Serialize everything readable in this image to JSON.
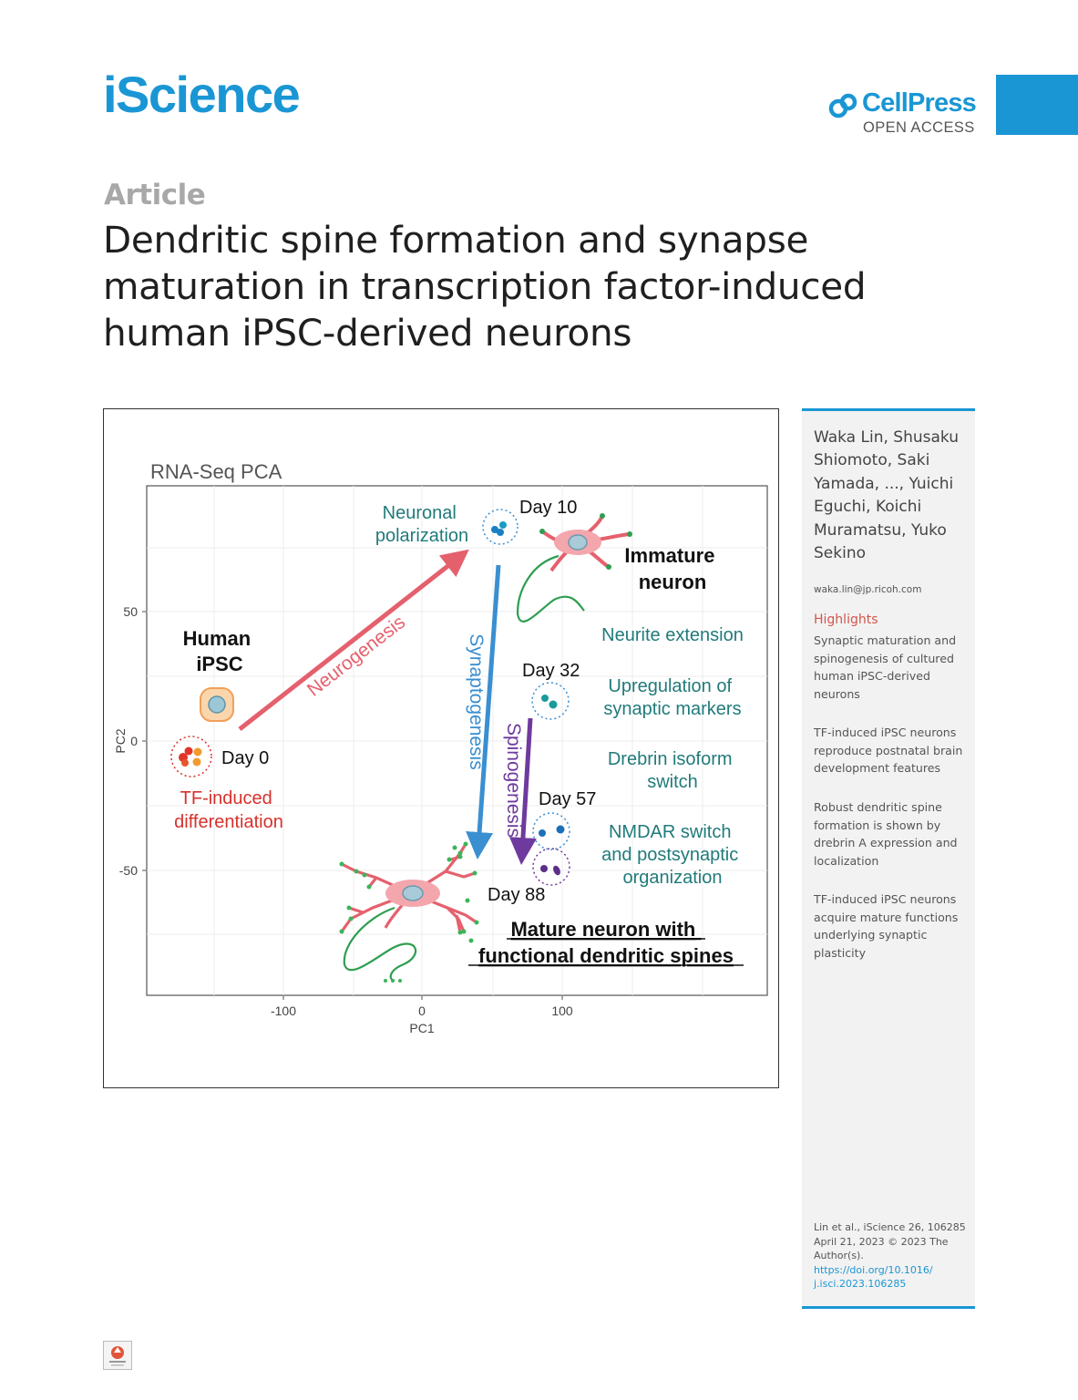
{
  "header": {
    "journal": "iScience",
    "publisher": "CellPress",
    "access": "OPEN ACCESS"
  },
  "article": {
    "type": "Article",
    "title": "Dendritic spine formation and synapse maturation in transcription factor-induced human iPSC-derived neurons"
  },
  "graphical_abstract": {
    "plot_title": "RNA-Seq PCA",
    "x_axis_label": "PC1",
    "y_axis_label": "PC2",
    "x_ticks": [
      "-100",
      "0",
      "100"
    ],
    "y_ticks": [
      "50",
      "0",
      "-50"
    ],
    "stages": {
      "start": "Human iPSC",
      "day0": "Day 0",
      "tf": "TF-induced differentiation",
      "day10": "Day 10",
      "polarization": "Neuronal polarization",
      "immature": "Immature neuron",
      "neurite": "Neurite extension",
      "day32": "Day 32",
      "upregulation": "Upregulation of synaptic markers",
      "drebrin": "Drebrin isoform switch",
      "day57": "Day 57",
      "nmdar": "NMDAR switch and postsynaptic organization",
      "day88": "Day 88",
      "mature": "Mature neuron with functional dendritic spines"
    },
    "arrows": {
      "neurogenesis": "Neurogenesis",
      "synaptogenesis": "Synaptogenesis",
      "spinogenesis": "Spinogenesis"
    },
    "colors": {
      "neurogenesis": "#e5606d",
      "synaptogenesis": "#3a8fd1",
      "spinogenesis": "#6f3a9e",
      "teal_text": "#217a7a",
      "red_text": "#d7312b",
      "neuron_body": "#f4a6ad",
      "axon": "#2e9e50"
    }
  },
  "sidebar": {
    "authors": "Waka Lin, Shusaku Shiomoto, Saki Yamada, ..., Yuichi Eguchi, Koichi Muramatsu, Yuko Sekino",
    "email": "waka.lin@jp.ricoh.com",
    "highlights_title": "Highlights",
    "highlights": [
      "Synaptic maturation and spinogenesis of cultured human iPSC-derived neurons",
      "TF-induced iPSC neurons reproduce postnatal brain development features",
      "Robust dendritic spine formation is shown by drebrin A expression and localization",
      "TF-induced iPSC neurons acquire mature functions underlying synaptic plasticity"
    ],
    "citation_line1": "Lin et al., iScience 26, 106285",
    "citation_line2": "April 21, 2023 © 2023 The Author(s).",
    "doi_line1": "https://doi.org/10.1016/",
    "doi_line2": "j.isci.2023.106285"
  }
}
